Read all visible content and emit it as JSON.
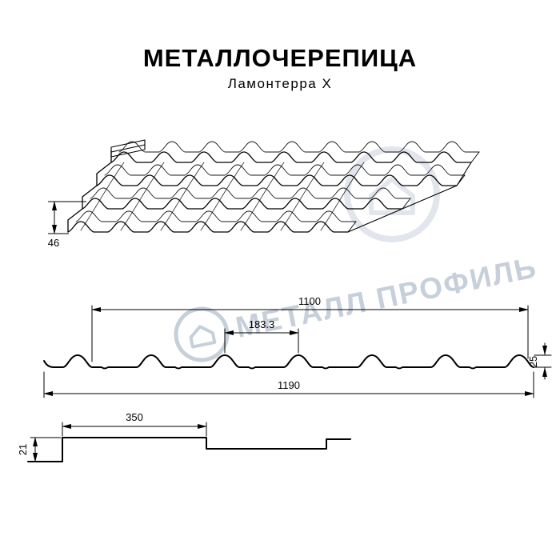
{
  "header": {
    "title": "МЕТАЛЛОЧЕРЕПИЦА",
    "subtitle": "Ламонтерра Х"
  },
  "watermark": {
    "text": "МЕТАЛЛ ПРОФИЛЬ",
    "color": "#c6cfda",
    "logo": "house-in-circle"
  },
  "perspective_view": {
    "dim_step_height": "46"
  },
  "cross_section": {
    "dim_top_width": "1100",
    "dim_wave_pitch": "183.3",
    "dim_profile_height": "25",
    "dim_full_width": "1190"
  },
  "step_section": {
    "dim_module_length": "350",
    "dim_step_height": "21"
  },
  "colors": {
    "line": "#000000",
    "watermark": "#c6cfda"
  }
}
